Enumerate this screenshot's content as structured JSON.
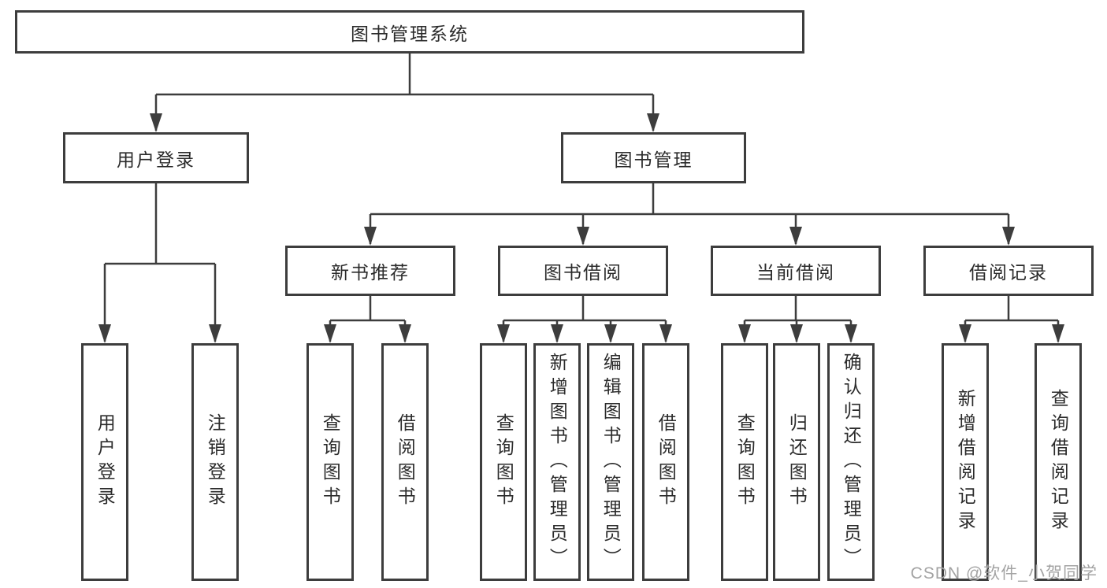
{
  "diagram": {
    "root": {
      "label": "图书管理系统"
    },
    "branches": [
      {
        "label": "用户登录",
        "leaves": [
          "用户登录",
          "注销登录"
        ]
      },
      {
        "label": "图书管理",
        "groups": [
          {
            "label": "新书推荐",
            "leaves": [
              "查询图书",
              "借阅图书"
            ]
          },
          {
            "label": "图书借阅",
            "leaves": [
              "查询图书",
              "新增图书（管理员）",
              "编辑图书（管理员）",
              "借阅图书"
            ]
          },
          {
            "label": "当前借阅",
            "leaves": [
              "查询图书",
              "归还图书",
              "确认归还（管理员）"
            ]
          },
          {
            "label": "借阅记录",
            "leaves": [
              "新增借阅记录",
              "查询借阅记录"
            ]
          }
        ]
      }
    ]
  },
  "colors": {
    "line": "#3d3d3d",
    "text": "#2b2b2b",
    "box_background": "#ffffff",
    "watermark": "#a3a3a3"
  },
  "watermark": {
    "text": "CSDN @软件_小贺同学"
  }
}
